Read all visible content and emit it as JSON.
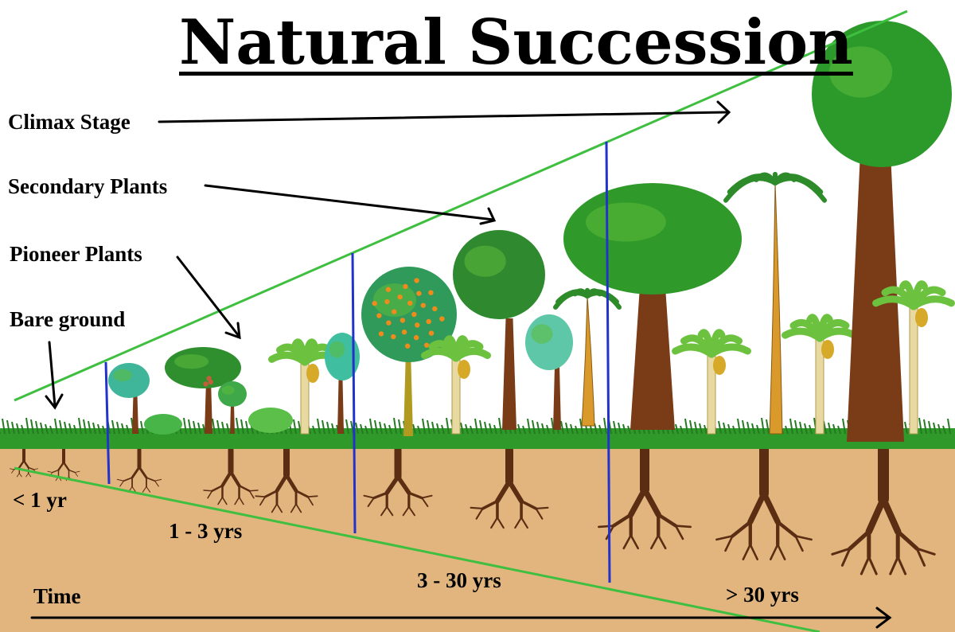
{
  "title": "Natural Succession",
  "stages": {
    "climax": "Climax Stage",
    "secondary": "Secondary Plants",
    "pioneer": "Pioneer Plants",
    "bare": "Bare ground"
  },
  "periods": [
    "< 1 yr",
    "1 - 3 yrs",
    "3 - 30 yrs",
    "> 30 yrs"
  ],
  "axis": {
    "time": "Time"
  },
  "colors": {
    "sky": "#ffffff",
    "soil": "#e2b57e",
    "grass": "#2f9a2a",
    "root": "#5b2e14",
    "trunk": "#7a3b17",
    "boundary_line": "#3fbf3f",
    "divider_line": "#2233cc",
    "leaf_dark": "#2e8b2a",
    "leaf_light": "#5dbb3a",
    "orange_fruit": "#f08a1c",
    "banana": "#d6a928"
  }
}
